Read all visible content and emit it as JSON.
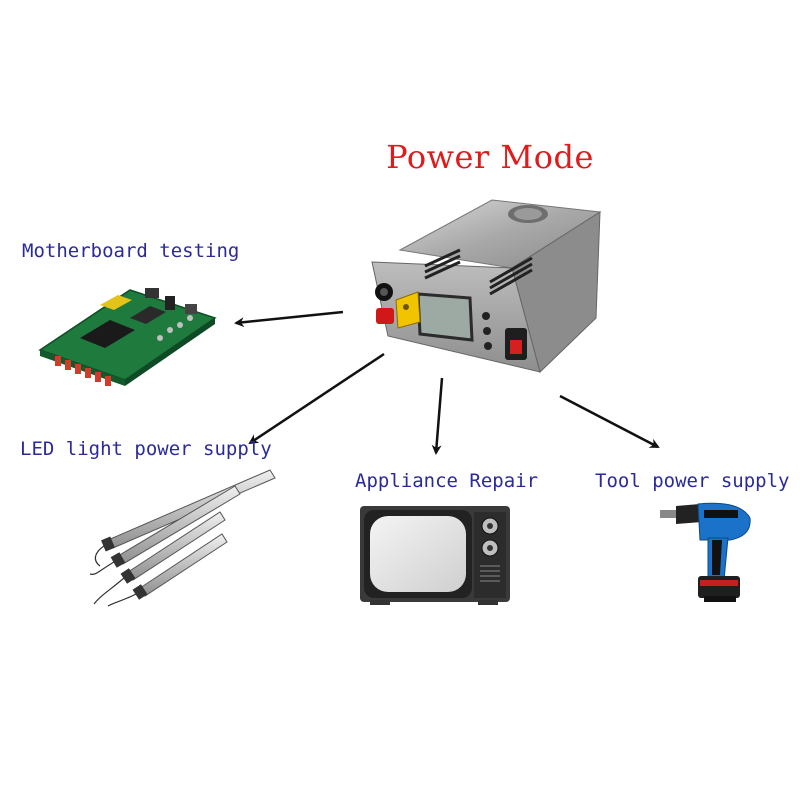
{
  "diagram": {
    "title": "Power Mode",
    "nodes": {
      "motherboard": "Motherboard testing",
      "led": "LED light power supply",
      "appliance": "Appliance Repair",
      "tool": "Tool power supply"
    }
  },
  "colors": {
    "title": "#e01b1b",
    "labels": "#2a2a9a",
    "arrows": "#111111"
  }
}
